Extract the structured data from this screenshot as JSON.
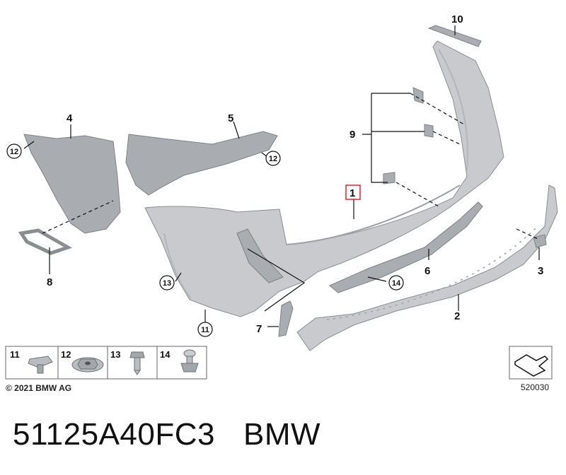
{
  "callouts": {
    "c1": "1",
    "c2": "2",
    "c3": "3",
    "c4": "4",
    "c5": "5",
    "c6": "6",
    "c7": "7",
    "c8": "8",
    "c9": "9",
    "c10": "10"
  },
  "circled": {
    "c12a": "12",
    "c12b": "12",
    "c13": "13",
    "c14": "14",
    "c11": "11"
  },
  "legend": {
    "items": [
      {
        "number": "11",
        "icon": "clip-nut-icon"
      },
      {
        "number": "12",
        "icon": "hex-nut-icon"
      },
      {
        "number": "13",
        "icon": "screw-icon"
      },
      {
        "number": "14",
        "icon": "expanding-rivet-icon"
      }
    ]
  },
  "footer": {
    "copyright": "© 2021 BMW AG",
    "diagram_number": "520030",
    "part_number": "51125A40FC3",
    "brand": "BMW"
  },
  "colors": {
    "part_fill": "#c8cacd",
    "part_dark": "#a9acb1",
    "highlight": "#e0262b",
    "line": "#111111"
  }
}
